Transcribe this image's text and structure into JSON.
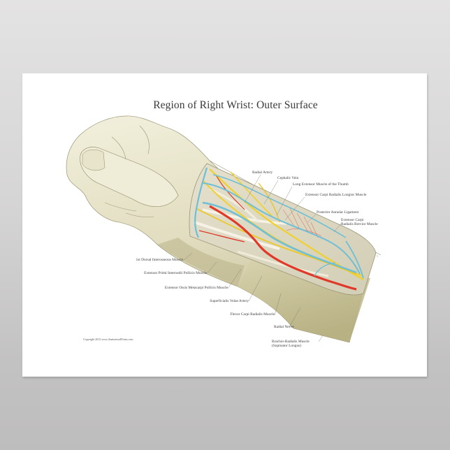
{
  "poster": {
    "title": "Region of Right Wrist: Outer Surface",
    "copyright": "Copyright 2012 www.AnatomicalPrints.com",
    "background_color": "#ffffff"
  },
  "backdrop": {
    "top_color": "#e4e3e3",
    "bottom_color": "#bebdbd"
  },
  "illustration": {
    "subject": "dissected right hand and forearm, outer surface",
    "colors": {
      "skin": "#e9e6cf",
      "skin_shadow": "#bcb78f",
      "artery": "#e0392a",
      "vein": "#6fbfd6",
      "nerve": "#f0d02a",
      "tendon": "#f4f1e4"
    }
  },
  "labels": {
    "right": [
      {
        "text": "Radial Artery"
      },
      {
        "text": "Cephalic Vein"
      },
      {
        "text": "Long Extensor Muscle of the Thumb"
      },
      {
        "text": "Extensor Carpi Radialis Longior Muscle"
      },
      {
        "text": "Posterior Annular Ligament"
      },
      {
        "text": "Extensor Carpi",
        "text2": "Radialis Brevior Muscle"
      }
    ],
    "left": [
      {
        "text": "1st Dorsal Interosseous Muscle"
      },
      {
        "text": "Extensor Primi Internodii Pollicis Muscle"
      },
      {
        "text": "Extensor Ossis Metacarpi Pollicis Muscle"
      },
      {
        "text": "Superficialis Volae Artery"
      },
      {
        "text": "Flexor Carpi Radialis Muscle"
      }
    ],
    "bottom": [
      {
        "text": "Radial Nerve"
      },
      {
        "text": "Brachio-Radialis Muscle",
        "text2": "(Supinator Longus)"
      }
    ]
  }
}
